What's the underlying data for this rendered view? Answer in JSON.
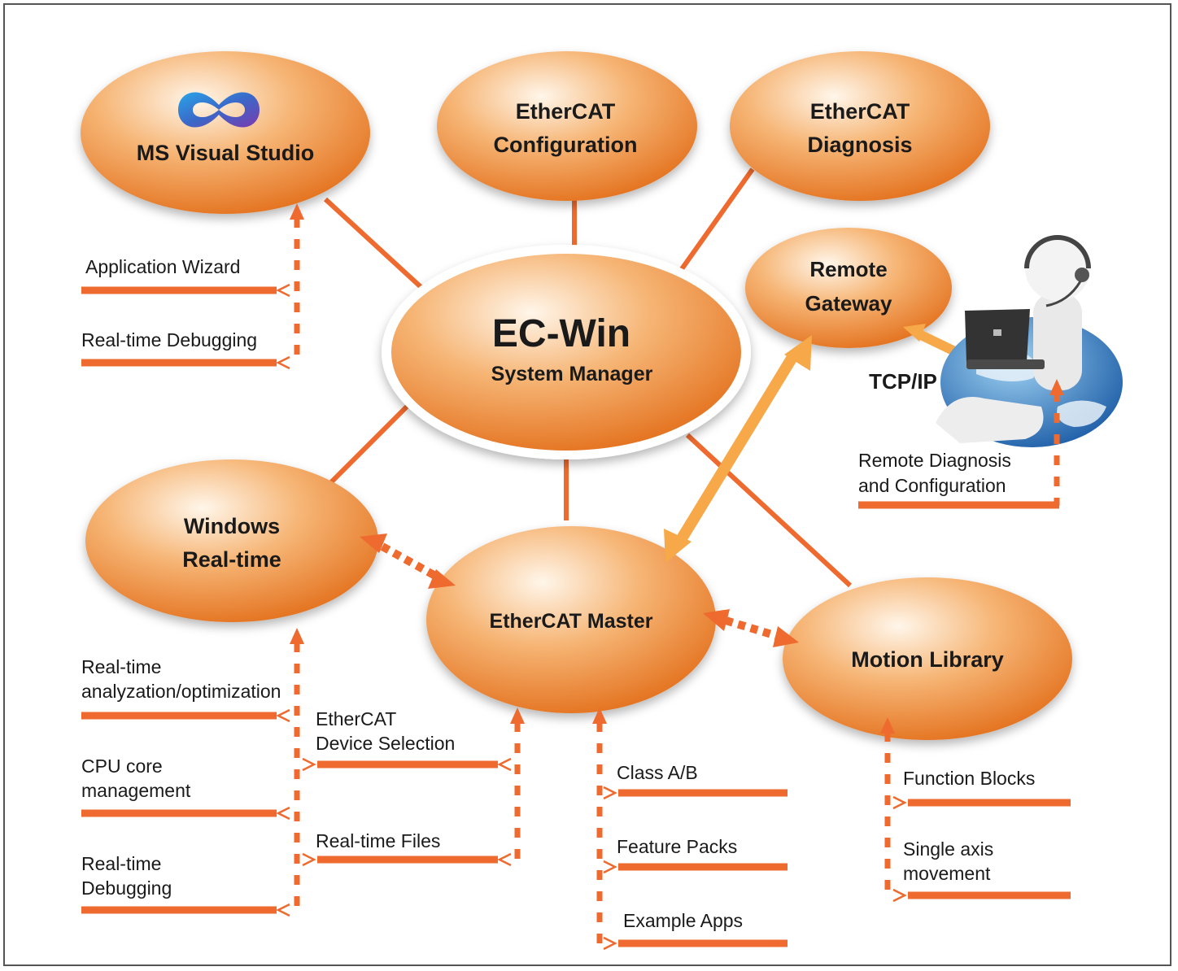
{
  "colors": {
    "node_light": "#fff3e6",
    "node_dark": "#e8761f",
    "connector": "#ee6a2e",
    "feature_bar": "#ee6a2e",
    "network_arrow": "#f7a94a",
    "frame": "#555555",
    "text": "#1a1a1a"
  },
  "nodes": {
    "ms_visual_studio": {
      "label": "MS Visual Studio",
      "icon": "visual-studio-infinity-logo"
    },
    "ethercat_configuration": {
      "line1": "EtherCAT",
      "line2": "Configuration"
    },
    "ethercat_diagnosis": {
      "line1": "EtherCAT",
      "line2": "Diagnosis"
    },
    "ec_win": {
      "title": "EC-Win",
      "subtitle": "System Manager"
    },
    "remote_gateway": {
      "line1": "Remote",
      "line2": "Gateway"
    },
    "windows_realtime": {
      "line1": "Windows",
      "line2": "Real-time"
    },
    "ethercat_master": {
      "label": "EtherCAT Master"
    },
    "motion_library": {
      "label": "Motion Library"
    }
  },
  "network": {
    "protocol_label": "TCP/IP",
    "user_icon": "remote-user-laptop-illustration"
  },
  "features": {
    "visual_studio": [
      "Application Wizard",
      "Real-time Debugging"
    ],
    "remote": {
      "line1": "Remote Diagnosis",
      "line2": "and Configuration"
    },
    "windows_realtime": [
      {
        "line1": "Real-time",
        "line2": "analyzation/optimization"
      },
      {
        "line1": "CPU core",
        "line2": "management"
      },
      {
        "line1": "Real-time",
        "line2": "Debugging"
      }
    ],
    "ethercat_device": [
      {
        "line1": "EtherCAT",
        "line2": "Device Selection"
      },
      {
        "line1": "Real-time Files",
        "line2": ""
      }
    ],
    "ethercat_master": [
      "Class A/B",
      "Feature Packs",
      "Example Apps"
    ],
    "motion_library": [
      {
        "line1": "Function Blocks",
        "line2": ""
      },
      {
        "line1": "Single axis",
        "line2": "movement"
      }
    ]
  }
}
